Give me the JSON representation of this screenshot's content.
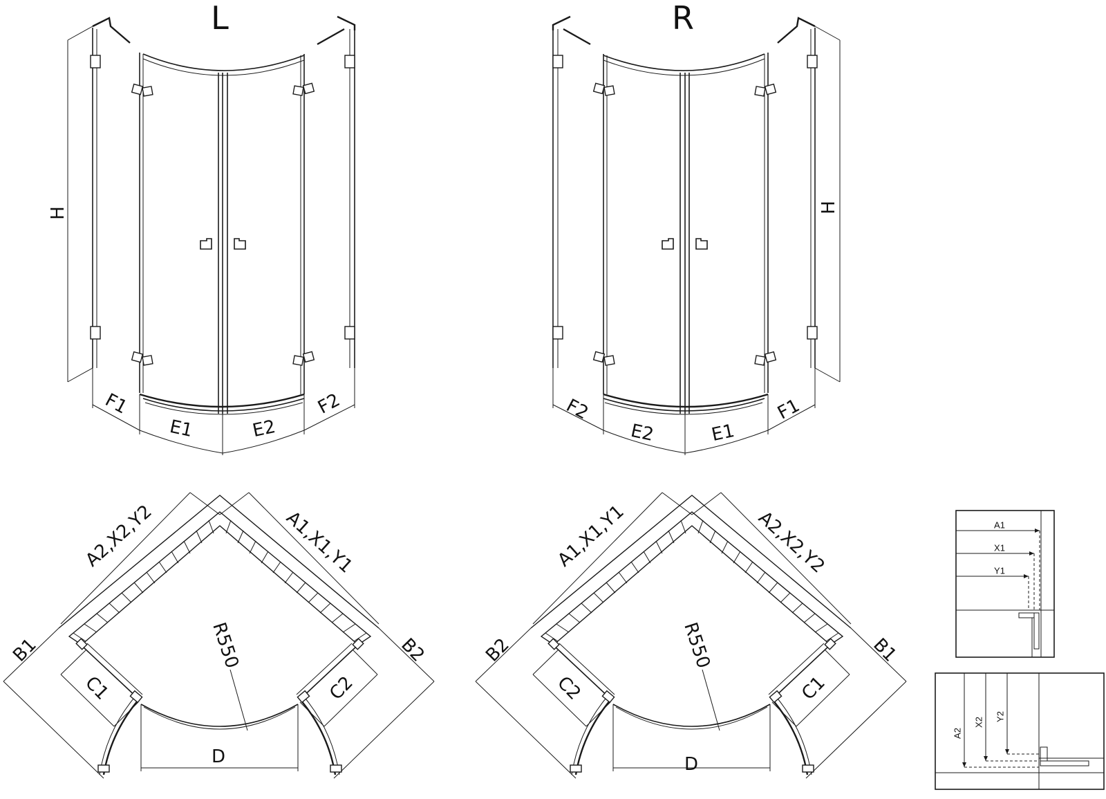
{
  "left": {
    "title": "L",
    "height_label": "H",
    "bottom_labels": {
      "f1": "F1",
      "e1": "E1",
      "e2": "E2",
      "f2": "F2"
    },
    "plan": {
      "top_left": "A2,X2,Y2",
      "top_right": "A1,X1,Y1",
      "side_left": "B1",
      "side_right": "B2",
      "door_left": "C1",
      "door_right": "C2",
      "radius": "R550",
      "opening": "D"
    }
  },
  "right": {
    "title": "R",
    "height_label": "H",
    "bottom_labels": {
      "f2": "F2",
      "e2": "E2",
      "e1": "E1",
      "f1": "F1"
    },
    "plan": {
      "top_left": "A1,X1,Y1",
      "top_right": "A2,X2,Y2",
      "side_left": "B2",
      "side_right": "B1",
      "door_left": "C2",
      "door_right": "C1",
      "radius": "R550",
      "opening": "D"
    }
  },
  "detail_top": {
    "labels": [
      "A1",
      "X1",
      "Y1"
    ]
  },
  "detail_bottom": {
    "labels": [
      "A2",
      "X2",
      "Y2"
    ]
  }
}
